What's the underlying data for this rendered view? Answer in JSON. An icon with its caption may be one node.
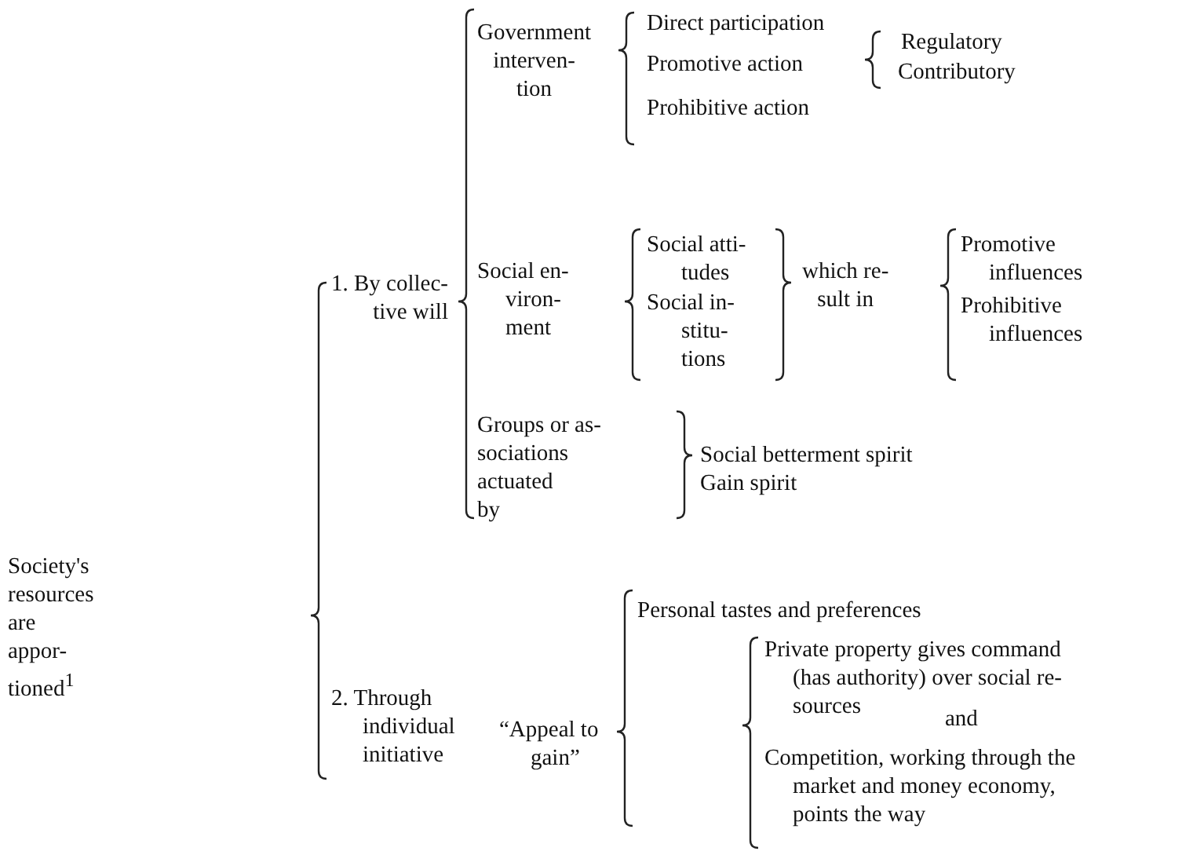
{
  "diagram": {
    "labels": [
      "Society's resources are appor- tioned$^{1}$",
      "1. By collec- tive will",
      "Government interven- tion",
      "Direct participation",
      "Promotive action",
      "Regulatory",
      "Contributory",
      "Prohibitive action",
      "Social en- viron- ment",
      "Social atti- tudes",
      "Social in- stitu- tions",
      "which re- sult in",
      "Promotive influences",
      "Prohibitive influences",
      "Groups or as- sociations actuated by",
      "Social betterment spirit",
      "Gain spirit",
      "2. Through individual initiative",
      "Personal tastes and preferences",
      "“Appeal to gain”",
      "Private property gives command (has authority) over social re- sources",
      "and",
      "Competition, working through the market and money economy, points the way"
    ]
  }
}
